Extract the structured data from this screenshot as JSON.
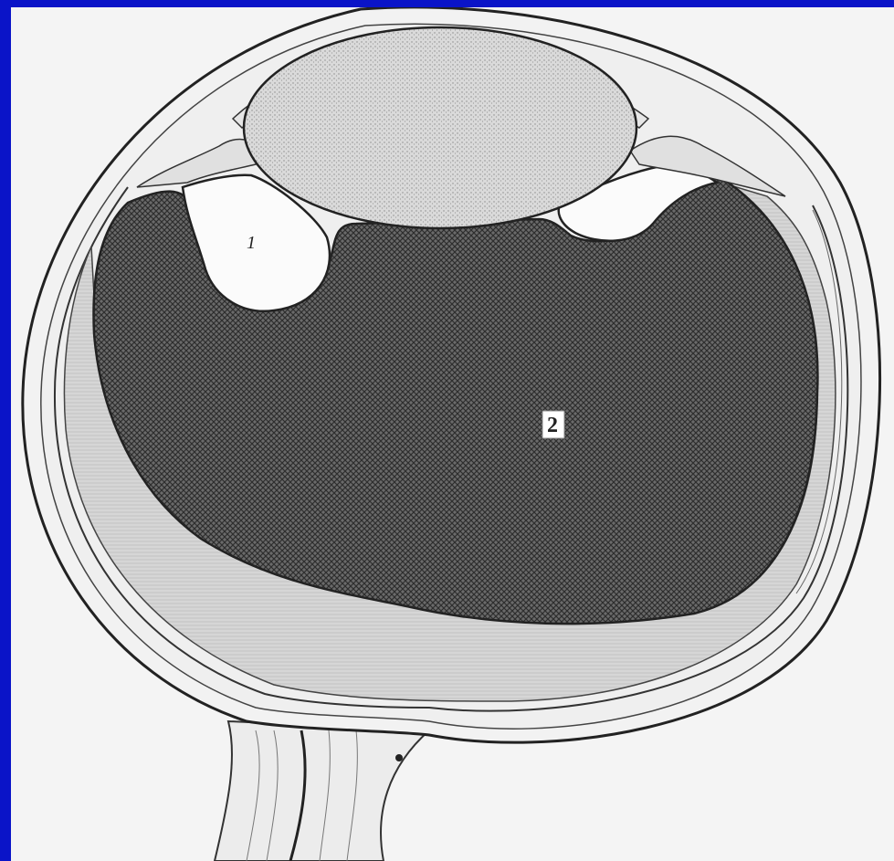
{
  "figure": {
    "labels": [
      {
        "id": "1",
        "text": "1"
      },
      {
        "id": "2",
        "text": "2"
      }
    ]
  },
  "colors": {
    "border_blue": "#0a14c8",
    "paper": "#f4f4f4",
    "ink": "#222222",
    "vitreous_dark": "#555555",
    "subretinal_light": "#d2d2d2",
    "lens_gray": "#cfcfcf"
  }
}
